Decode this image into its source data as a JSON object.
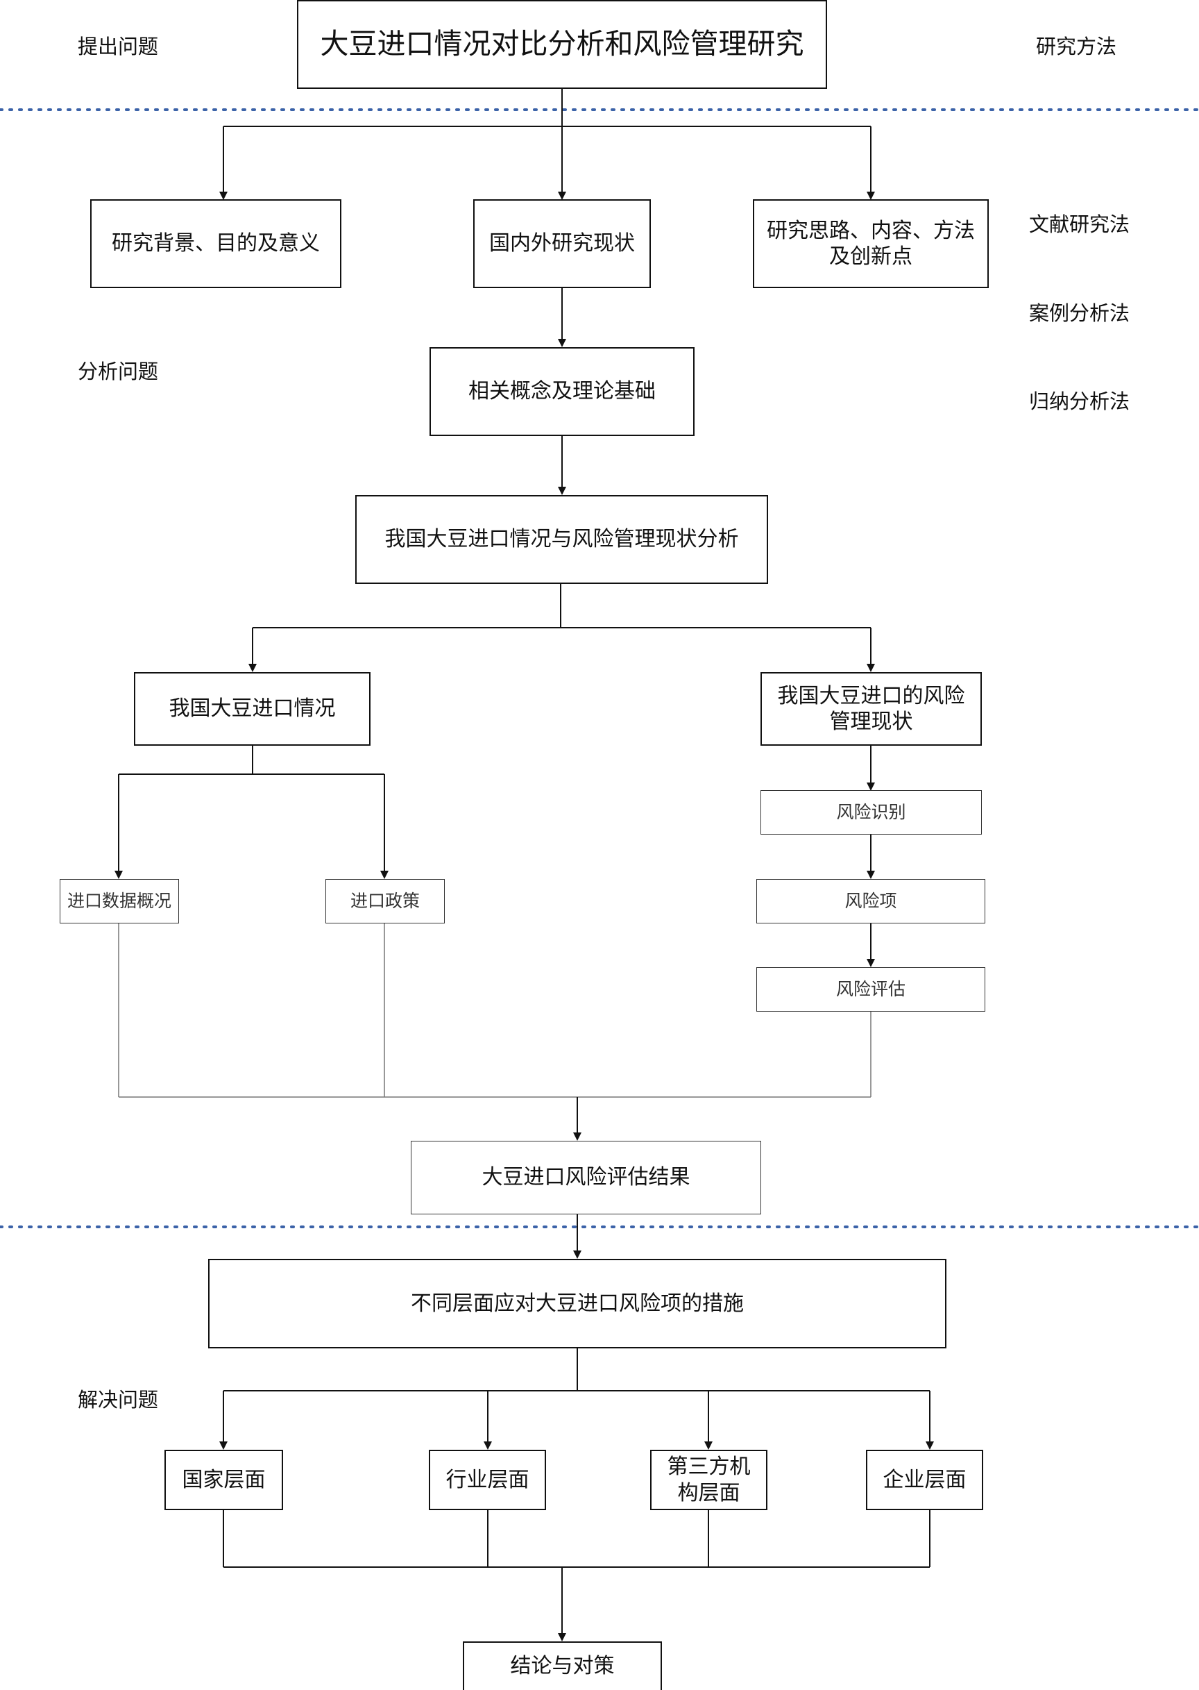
{
  "side_labels": {
    "raise": "提出问题",
    "method": "研究方法",
    "analyze": "分析问题",
    "solve": "解决问题",
    "methods": [
      "文献研究法",
      "案例分析法",
      "归纳分析法"
    ]
  },
  "nodes": {
    "title": "大豆进口情况对比分析和风险管理研究",
    "background": "研究背景、目的及意义",
    "status_review": "国内外研究现状",
    "approach": "研究思路、内容、方法及创新点",
    "theory": "相关概念及理论基础",
    "situation_analysis": "我国大豆进口情况与风险管理现状分析",
    "import_situation": "我国大豆进口情况",
    "risk_mgmt_status": "我国大豆进口的风险管理现状",
    "import_data": "进口数据概况",
    "import_policy": "进口政策",
    "risk_identify": "风险识别",
    "risk_items": "风险项",
    "risk_assess": "风险评估",
    "assessment_result": "大豆进口风险评估结果",
    "measures": "不同层面应对大豆进口风险项的措施",
    "national": "国家层面",
    "industry": "行业层面",
    "third_party": "第三方机构层面",
    "enterprise": "企业层面",
    "conclusion": "结论与对策"
  },
  "colors": {
    "line": "#111111",
    "separator": "#3b62a8"
  }
}
